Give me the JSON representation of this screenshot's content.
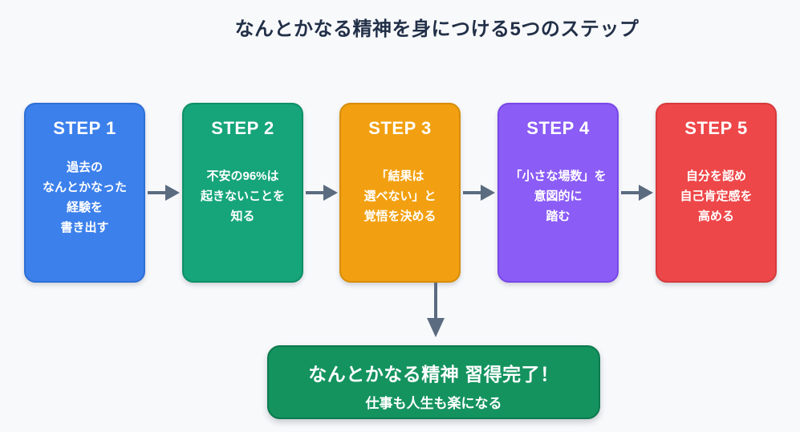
{
  "title": "なんとかなる精神を身につける5つのステップ",
  "steps": [
    {
      "label": "STEP 1",
      "lines": [
        "過去の",
        "なんとかなった",
        "経験を",
        "書き出す"
      ],
      "color": "#3c80ec",
      "border_color": "#2e6fd6"
    },
    {
      "label": "STEP 2",
      "lines": [
        "不安の96%は",
        "起きないことを",
        "知る"
      ],
      "color": "#16a57a",
      "border_color": "#0e8f66"
    },
    {
      "label": "STEP 3",
      "lines": [
        "「結果は",
        "選べない」と",
        "覚悟を決める"
      ],
      "color": "#f2a011",
      "border_color": "#d78d05"
    },
    {
      "label": "STEP 4",
      "lines": [
        "「小さな場数」を",
        "意図的に",
        "踏む"
      ],
      "color": "#8b5cf6",
      "border_color": "#7848e6"
    },
    {
      "label": "STEP 5",
      "lines": [
        "自分を認め",
        "自己肯定感を",
        "高める"
      ],
      "color": "#ee4749",
      "border_color": "#d63a3c"
    }
  ],
  "result": {
    "title": "なんとかなる精神 習得完了！",
    "subtitle": "仕事も人生も楽になる",
    "color": "#14935f",
    "border_color": "#0d7a4e"
  },
  "colors": {
    "background": "#f8f9fb",
    "arrow": "#5b6b80",
    "title_text": "#223048"
  }
}
